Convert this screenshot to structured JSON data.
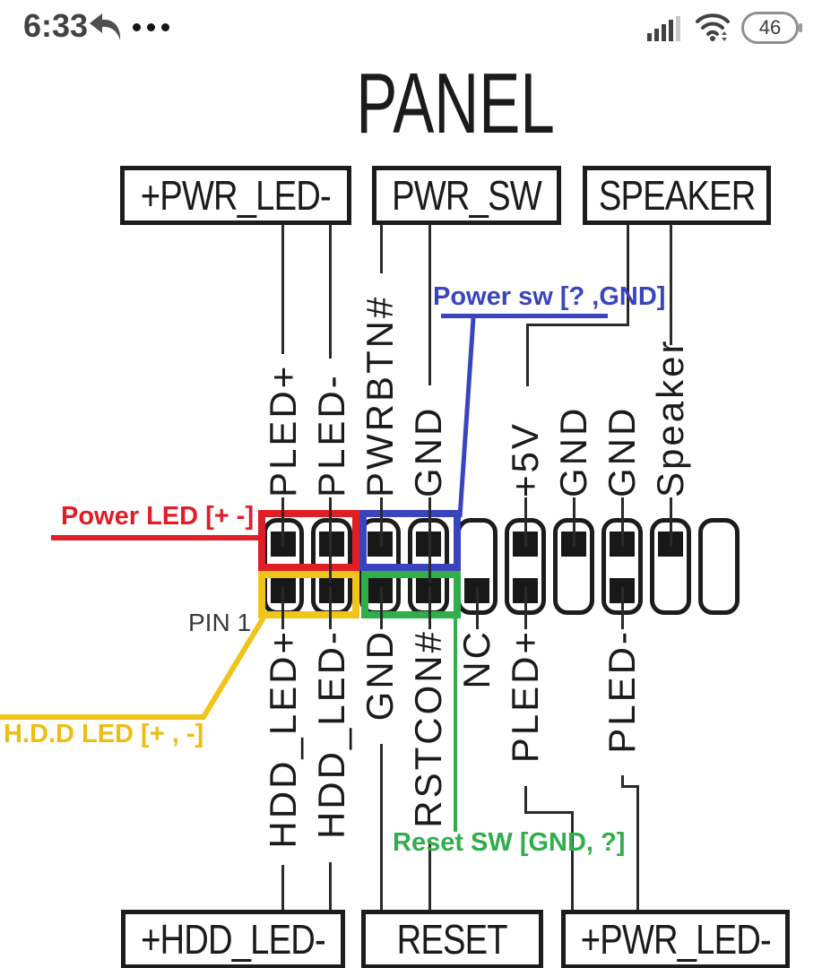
{
  "status_bar": {
    "time": "6:33",
    "battery_percent": "46",
    "icons": [
      "reply-arrow",
      "more-dots",
      "signal-bars",
      "wifi",
      "battery"
    ]
  },
  "title": "PANEL",
  "top_boxes": {
    "pwr_led": "+PWR_LED-",
    "pwr_sw": "PWR_SW",
    "speaker": "SPEAKER"
  },
  "bottom_boxes": {
    "hdd_led": "+HDD_LED-",
    "reset": "RESET",
    "pwr_led": "+PWR_LED-"
  },
  "header": {
    "columns": [
      {
        "top": "PLED+",
        "bottom": "HDD_LED+"
      },
      {
        "top": "PLED-",
        "bottom": "HDD_LED-"
      },
      {
        "top": "PWRBTN#",
        "bottom": "GND"
      },
      {
        "top": "GND",
        "bottom": "RSTCON#"
      },
      {
        "bottom": "NC"
      },
      {
        "top": "+5V",
        "bottom": "PLED+"
      },
      {
        "top": "GND"
      },
      {
        "top": "GND",
        "bottom": "PLED-"
      },
      {
        "top": "Speaker"
      },
      {}
    ]
  },
  "annotations": {
    "power_led": "Power LED [+ -]",
    "power_sw": "Power sw [? ,GND]",
    "pin1": "PIN 1",
    "hdd_led": "H.D.D LED [+ , -]",
    "reset_sw": "Reset SW [GND, ?]"
  },
  "colors": {
    "red": "#e11d26",
    "blue": "#3a45bd",
    "yellow": "#f0c419",
    "green": "#2fae4a",
    "line": "#2a2a2a"
  }
}
